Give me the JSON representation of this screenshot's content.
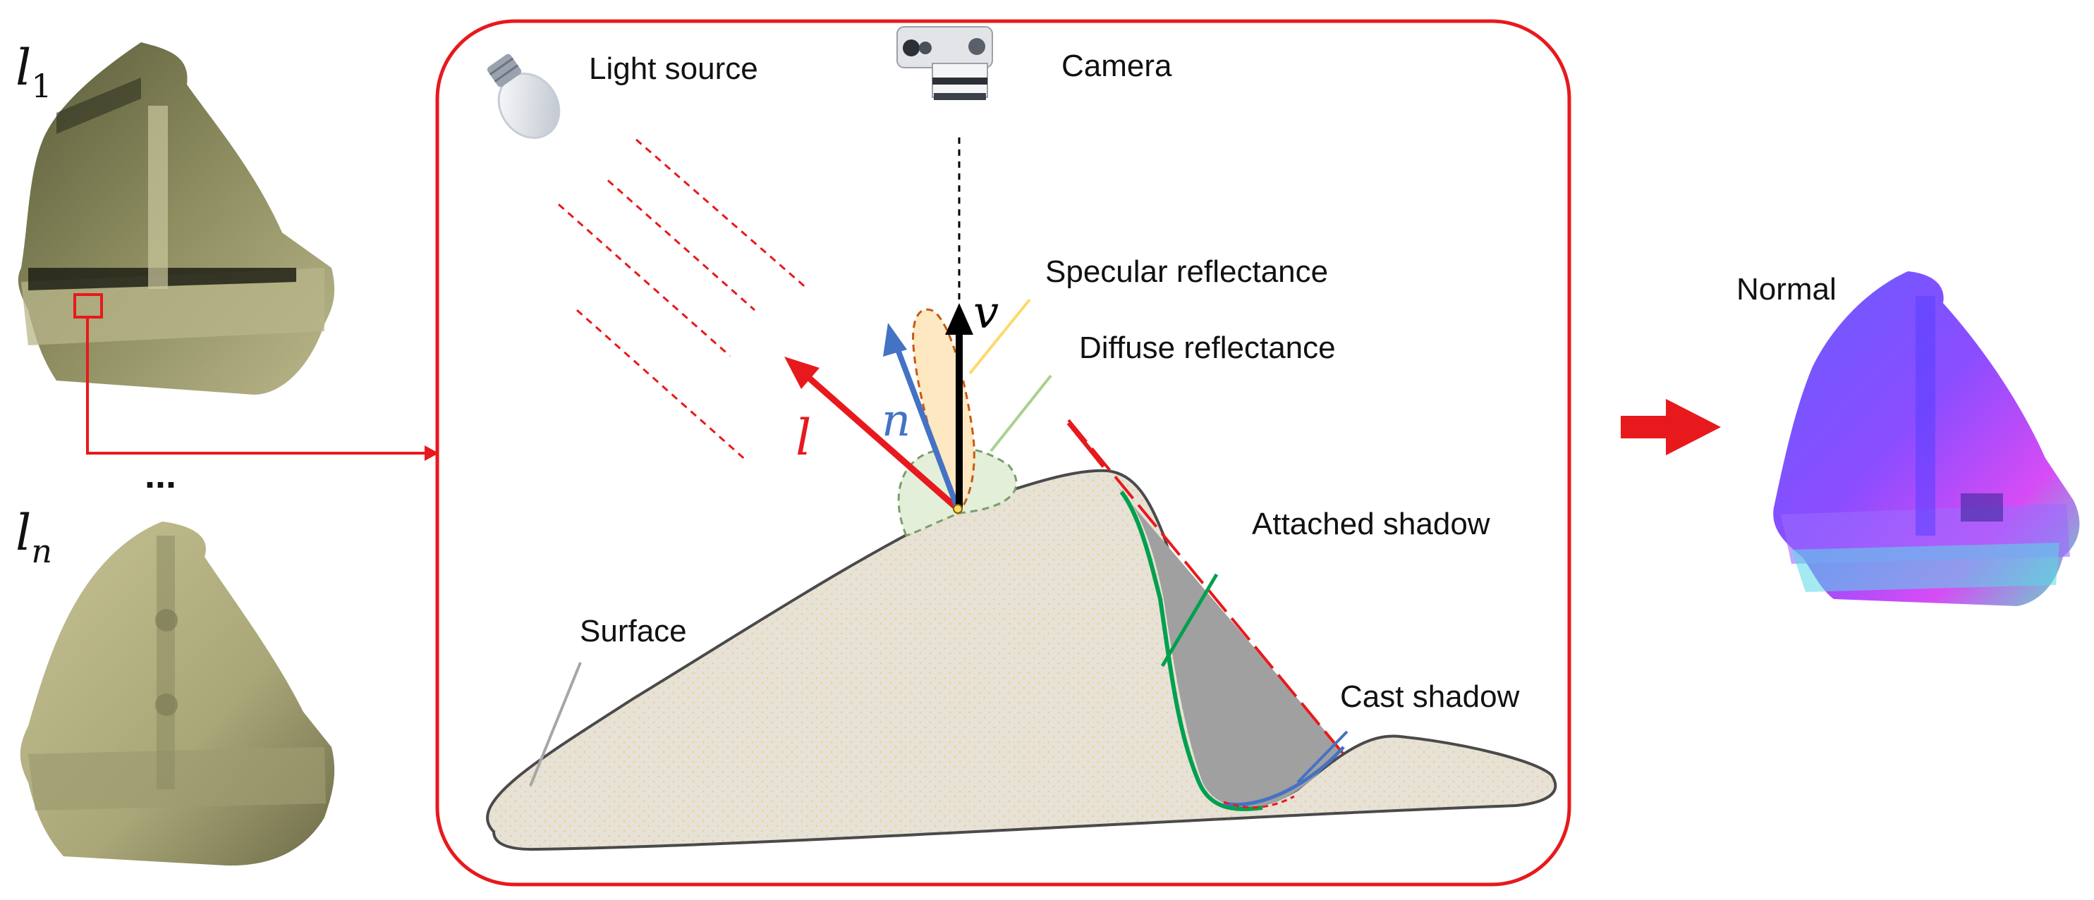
{
  "labels": {
    "light_source": "Light source",
    "camera": "Camera",
    "specular": "Specular reflectance",
    "diffuse": "Diffuse reflectance",
    "attached_shadow": "Attached shadow",
    "cast_shadow": "Cast shadow",
    "surface": "Surface",
    "normal": "Normal",
    "ellipsis": "..."
  },
  "math": {
    "l1_base": "l",
    "l1_sub": "1",
    "ln_base": "l",
    "ln_sub": "n",
    "vec_l": "l",
    "vec_n": "n",
    "vec_v": "v"
  },
  "colors": {
    "frame_red": "#e8191c",
    "light_ray_red": "#e8191c",
    "normal_blue": "#4472c4",
    "camera_black": "#000000",
    "specular_fill": "#fde8c2",
    "diffuse_fill": "#e3efd9",
    "diffuse_line": "#a9d18e",
    "specular_line": "#ffd966",
    "surface_fill": "#e5e1d6",
    "attached_shadow_fill": "#a0a0a0",
    "attached_shadow_line": "#00a050",
    "cast_shadow_line": "#4472c4",
    "boat_photo": "#8a8a5c",
    "normal_map_a": "#7a4cff",
    "normal_map_b": "#e040fb",
    "normal_map_c": "#40e0d0"
  },
  "icons": [
    "light-bulb-icon",
    "camera-icon",
    "arrow-right-icon"
  ]
}
